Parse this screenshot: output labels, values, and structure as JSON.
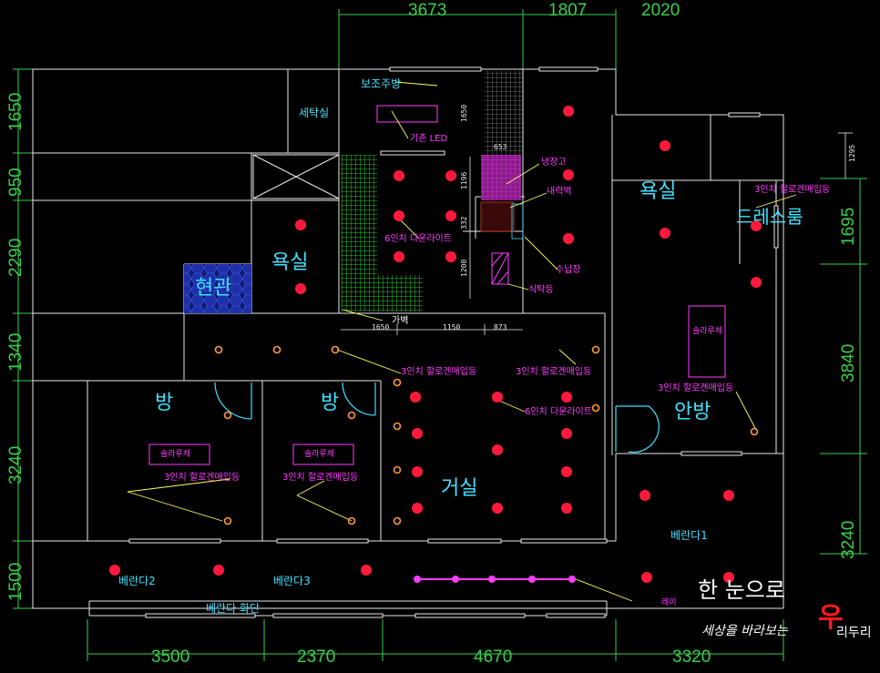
{
  "dimensions": {
    "top": [
      "3673",
      "1807",
      "2020"
    ],
    "bottom": [
      "3500",
      "2370",
      "4670",
      "3320"
    ],
    "left": [
      "1650",
      "950",
      "2290",
      "1340",
      "3240",
      "1500"
    ],
    "right": [
      "1695",
      "3840",
      "3240"
    ],
    "small": {
      "d1295": "1295",
      "d1650v": "1650",
      "d1196": "1196",
      "d332": "332",
      "d1200": "1200",
      "d1650h": "1650",
      "d1150": "1150",
      "d873": "873",
      "d653": "653"
    }
  },
  "rooms": {
    "laundry": "세탁실",
    "aux_kitchen": "보조주방",
    "bath1": "욕실",
    "bath2": "욕실",
    "dressroom": "드레스룸",
    "entrance": "현관",
    "room1": "방",
    "room2": "방",
    "living": "거실",
    "master": "안방",
    "veranda1": "베란다1",
    "veranda2": "베란다2",
    "veranda3": "베란다3",
    "flowerbed": "베란다 화단"
  },
  "notes": {
    "led": "기존 LED",
    "fridge": "냉장고",
    "wall": "내력벽",
    "storage": "수납장",
    "table": "식탁등",
    "downlight6a": "6인치 다운라이트",
    "downlight6b": "6인치 다운라이트",
    "halogen_a": "3인치 할로겐매입등",
    "halogen_b": "3인치 할로겐매입등",
    "halogen_c": "3인치 할로겐매입등",
    "halogen_d": "3인치 할로겐매입등",
    "halogen_e": "3인치 할로겐매입등",
    "halogen_f": "3인치 할로겐매입등",
    "partition": "가벽",
    "rail": "레이",
    "solar1": "솔라루체",
    "solar2": "솔라루체",
    "solar3": "솔라루체"
  },
  "watermark": {
    "line1": "한 눈으로",
    "line2": "세상을 바라보는",
    "accent": "우",
    "tail": "리두리"
  },
  "colors": {
    "background": "#000000",
    "wall": "#e8e8e8",
    "dimension": "#39d14a",
    "room_label": "#3fe0ff",
    "note_magenta": "#ff3cff",
    "light_red": "#ff1a3c",
    "halogen_orange": "#ff9a3a",
    "hatch_green": "#2fc42f",
    "hatch_magenta": "#b020b0",
    "tile_blue": "#1a2a9c",
    "leader_yellow": "#ffff60",
    "watermark_red": "#ff1a1a"
  }
}
